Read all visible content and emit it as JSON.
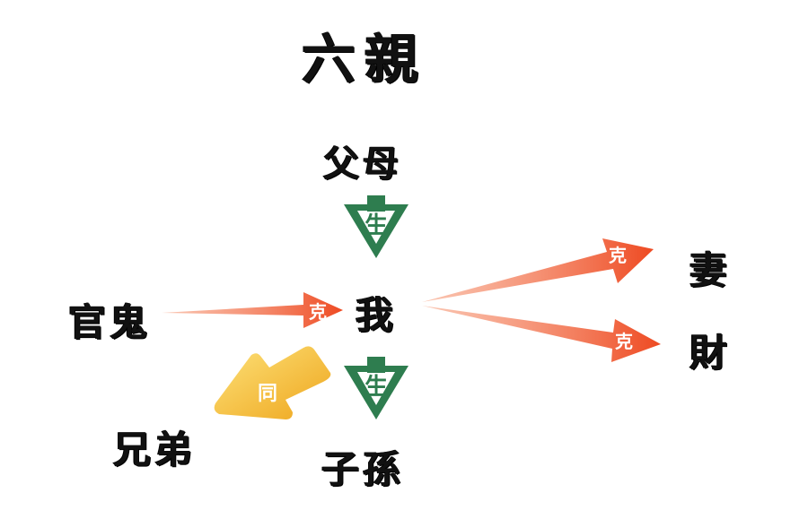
{
  "title": "六親",
  "nodes": {
    "fumu": "父母",
    "wo": "我",
    "guangui": "官鬼",
    "qi": "妻",
    "cai": "財",
    "xiongdi": "兄弟",
    "zisun": "子孫"
  },
  "relations": {
    "sheng_top": "生",
    "sheng_bottom": "生",
    "ke_guangui": "克",
    "ke_qi": "克",
    "ke_cai": "克",
    "tong": "同"
  },
  "colors": {
    "sheng_green": "#2e7d4f",
    "ke_orange": "#f0522a",
    "tong_yellow": "#f5b82e"
  }
}
